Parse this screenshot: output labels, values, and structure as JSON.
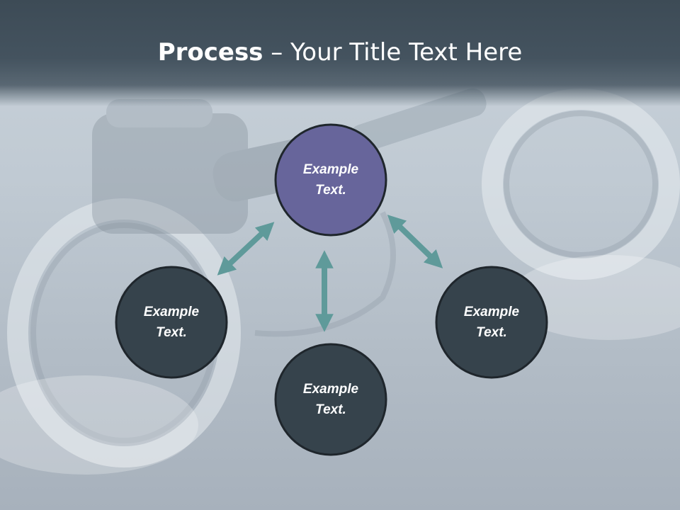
{
  "title": {
    "bold": "Process",
    "rest": " – Your Title Text Here"
  },
  "nodes": [
    {
      "id": "top",
      "line1": "Example",
      "line2": "Text.",
      "color": "#67659b"
    },
    {
      "id": "left",
      "line1": "Example",
      "line2": "Text.",
      "color": "#36434c"
    },
    {
      "id": "bottom",
      "line1": "Example",
      "line2": "Text.",
      "color": "#36434c"
    },
    {
      "id": "right",
      "line1": "Example",
      "line2": "Text.",
      "color": "#36434c"
    }
  ],
  "colors": {
    "arrow": "#5f9a9a",
    "title_bar": "#3d4b56",
    "node_border": "#1f262c"
  }
}
